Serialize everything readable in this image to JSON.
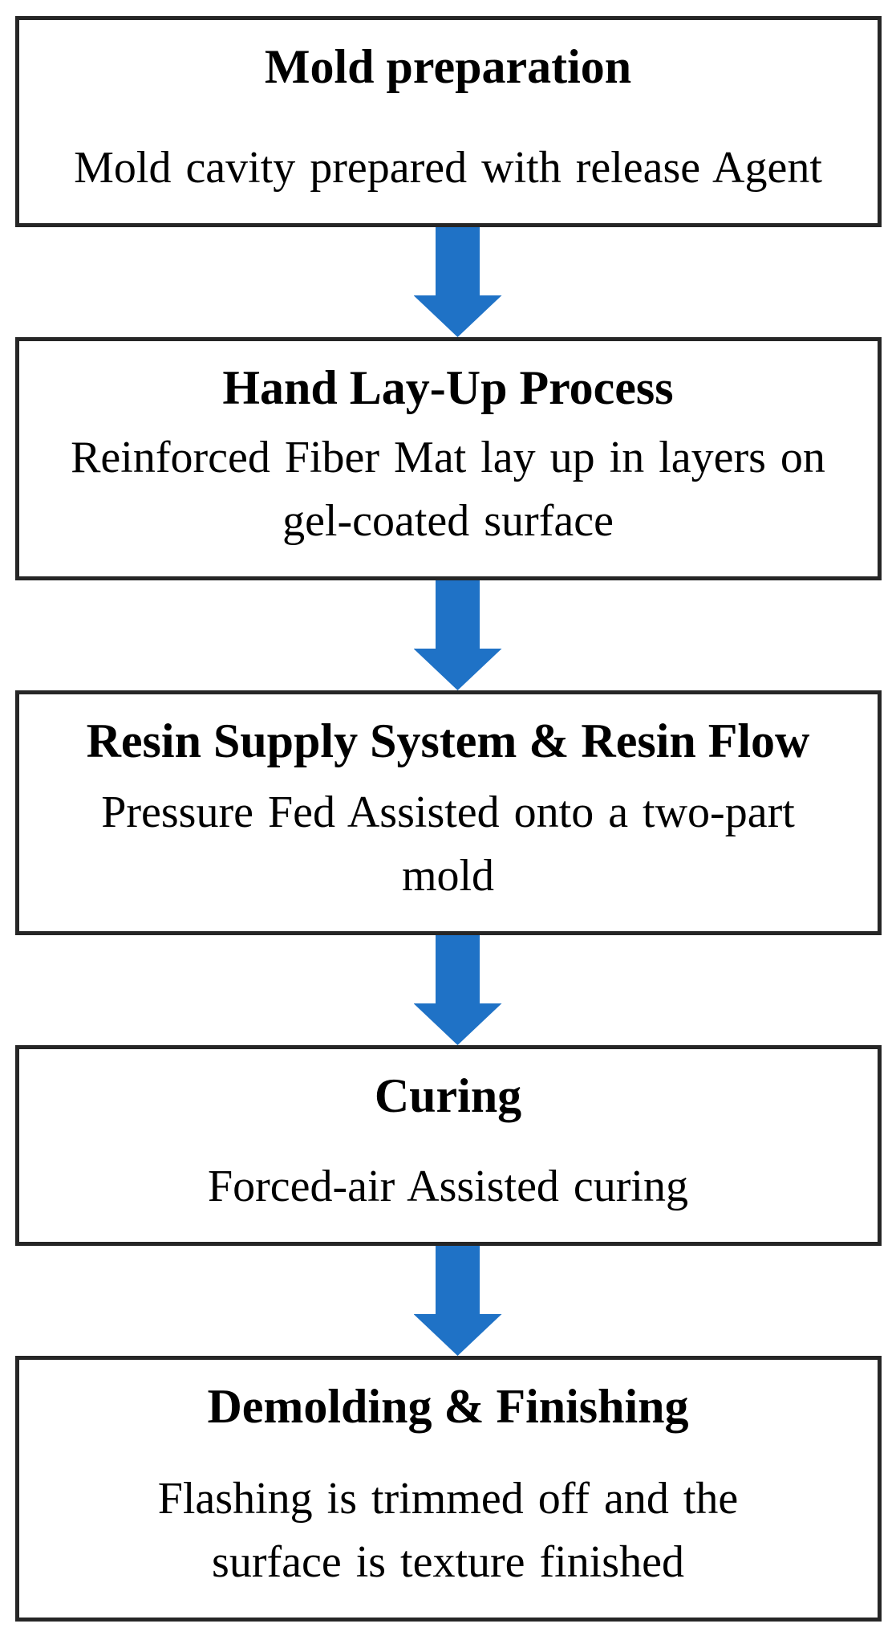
{
  "flowchart": {
    "steps": [
      {
        "title": "Mold preparation",
        "description": "Mold cavity prepared with release Agent"
      },
      {
        "title": "Hand Lay-Up Process",
        "description": "Reinforced Fiber Mat lay up in layers on gel-coated surface"
      },
      {
        "title": "Resin Supply System & Resin Flow",
        "description": "Pressure Fed Assisted onto a two-part mold"
      },
      {
        "title": "Curing",
        "description": "Forced-air Assisted curing"
      },
      {
        "title": "Demolding & Finishing",
        "description": "Flashing is trimmed off and the surface is texture finished"
      }
    ],
    "colors": {
      "arrow": "#1F72C6",
      "box_border": "#262626",
      "box_background": "#FFFFFF",
      "page_background": "#FFFFFF",
      "text": "#000000"
    },
    "connector_icon": "down-block-arrow"
  }
}
